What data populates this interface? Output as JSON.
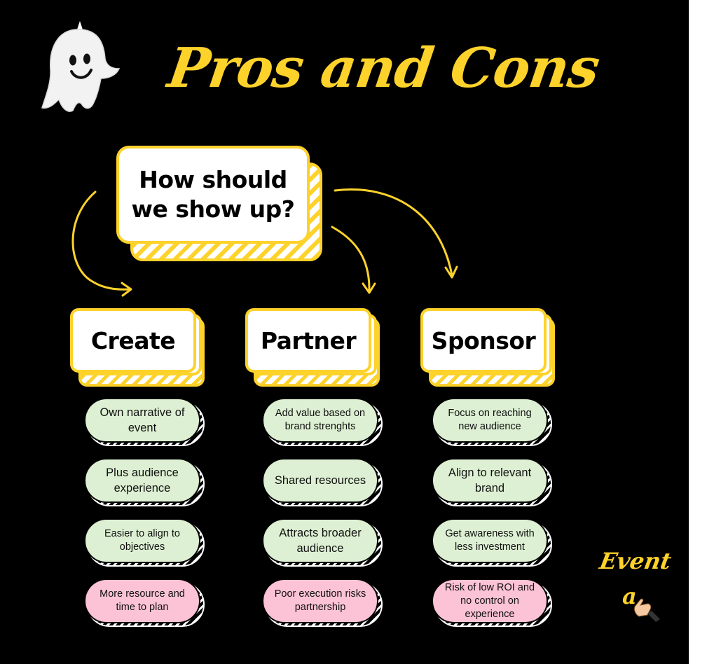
{
  "title": "Pros and Cons",
  "question": "How should we show up?",
  "colors": {
    "background": "#000000",
    "accent_yellow": "#FDD22B",
    "pro_green": "#DDF0D3",
    "con_pink": "#FBC3D5"
  },
  "icons": [
    "ghost-icon",
    "arrow-icon",
    "pointing-hand-icon"
  ],
  "options": [
    {
      "label": "Create",
      "pros": [
        "Own narrative of event",
        "Plus audience experience",
        "Easier to align to objectives"
      ],
      "cons": [
        "More resource and time to plan"
      ]
    },
    {
      "label": "Partner",
      "pros": [
        "Add value based on brand strenghts",
        "Shared resources",
        "Attracts broader audience"
      ],
      "cons": [
        "Poor execution risks partnership"
      ]
    },
    {
      "label": "Sponsor",
      "pros": [
        "Focus on reaching new audience",
        "Align to relevant brand",
        "Get awareness with less investment"
      ],
      "cons": [
        "Risk of low ROI and no control on experience"
      ]
    }
  ],
  "logo": {
    "word": "Event",
    "letter": "a"
  }
}
